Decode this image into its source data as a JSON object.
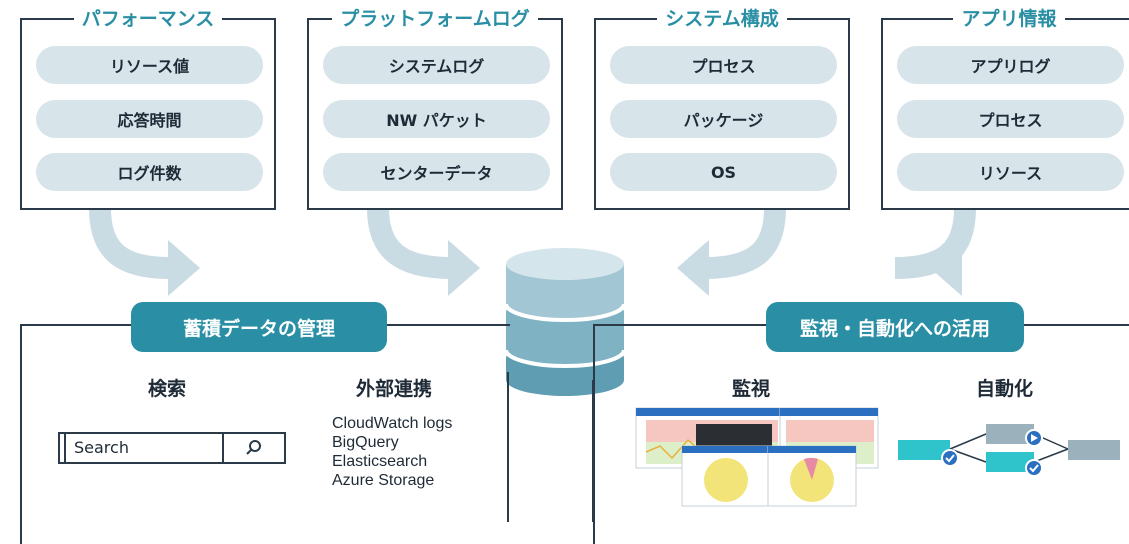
{
  "top_groups": [
    {
      "title": "パフォーマンス",
      "items": [
        "リソース値",
        "応答時間",
        "ログ件数"
      ]
    },
    {
      "title": "プラットフォームログ",
      "items": [
        "システムログ",
        "NW パケット",
        "センターデータ"
      ]
    },
    {
      "title": "システム構成",
      "items": [
        "プロセス",
        "パッケージ",
        "OS"
      ]
    },
    {
      "title": "アプリ情報",
      "items": [
        "アプリログ",
        "プロセス",
        "リソース"
      ]
    }
  ],
  "left_panel": {
    "tag": "蓄積データの管理",
    "search_heading": "検索",
    "search_placeholder": "Search",
    "external_heading": "外部連携",
    "external_items": [
      "CloudWatch logs",
      "BigQuery",
      "Elasticsearch",
      "Azure Storage"
    ]
  },
  "right_panel": {
    "tag": "監視・自動化への活用",
    "monitor_heading": "監視",
    "automation_heading": "自動化"
  },
  "icons": {
    "search": "magnifier-icon",
    "database": "database-icon",
    "check": "check-icon",
    "play": "play-icon"
  },
  "colors": {
    "accent": "#2a8fa5",
    "pill": "#d7e4ea",
    "arrow": "#c9dbe3",
    "border": "#2b3a48"
  }
}
